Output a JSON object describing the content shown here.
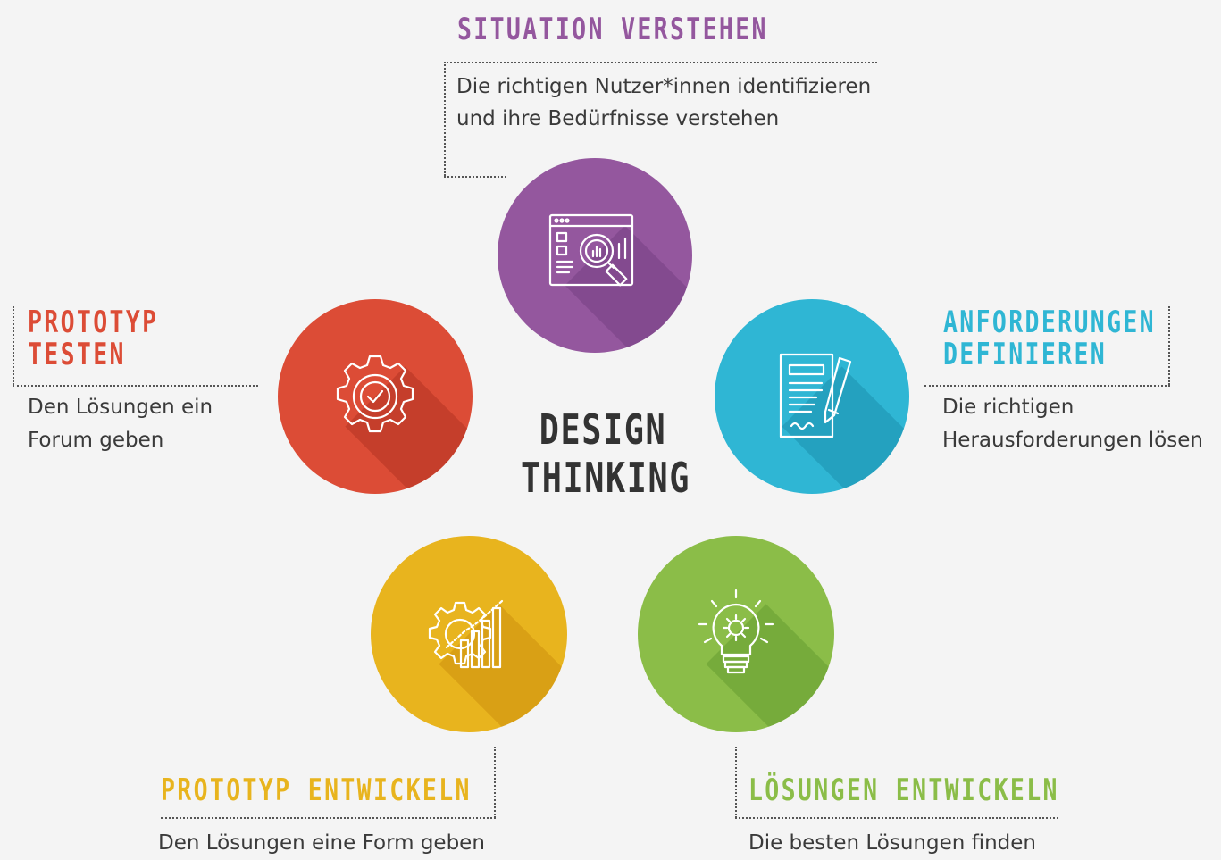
{
  "center": {
    "line1": "DESIGN",
    "line2": "THINKING"
  },
  "stages": {
    "situation": {
      "title": "SITUATION VERSTEHEN",
      "desc_line1": "Die richtigen Nutzer*innen identifizieren",
      "desc_line2": "und ihre Bedürfnisse verstehen",
      "color": "#94579e",
      "icon": "analytics-magnifier-icon"
    },
    "anforderungen": {
      "title_line1": "ANFORDERUNGEN",
      "title_line2": "DEFINIEREN",
      "desc_line1": "Die richtigen",
      "desc_line2": "Herausforderungen lösen",
      "color": "#2fb6d4",
      "icon": "document-pen-icon"
    },
    "loesungen": {
      "title": "LÖSUNGEN ENTWICKELN",
      "desc": "Die besten Lösungen finden",
      "color": "#8bbd48",
      "icon": "lightbulb-gear-icon"
    },
    "prototyp_entwickeln": {
      "title": "PROTOTYP ENTWICKELN",
      "desc": "Den Lösungen eine Form geben",
      "color": "#e8b41e",
      "icon": "gear-chart-icon"
    },
    "prototyp_testen": {
      "title_line1": "PROTOTYP",
      "title_line2": "TESTEN",
      "desc_line1": "Den Lösungen ein",
      "desc_line2": "Forum geben",
      "color": "#dc4c36",
      "icon": "gear-check-icon"
    }
  }
}
